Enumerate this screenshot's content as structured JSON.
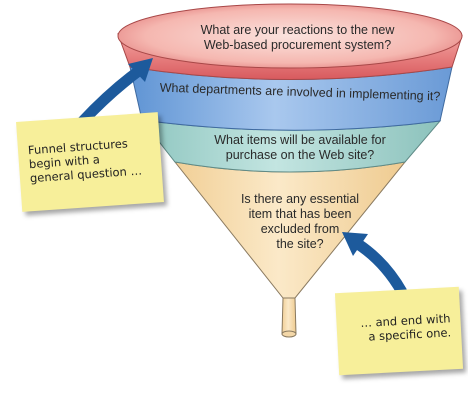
{
  "funnel": {
    "levels": [
      {
        "line1": "What are your reactions to the new",
        "line2": "Web-based procurement system?",
        "color": "#e77f7f"
      },
      {
        "line1": "What departments are involved in implementing it?",
        "color": "#8db4e4"
      },
      {
        "line1": "What items will be available for",
        "line2": "purchase on the Web site?",
        "color": "#a9d4cf"
      },
      {
        "line1": "Is there any essential",
        "line2": "item that has been",
        "line3": "excluded from",
        "line4": "the site?",
        "color": "#f6dcaf"
      }
    ],
    "stem_color": "#f6dcaf"
  },
  "notes": {
    "left": {
      "line1": "Funnel structures",
      "line2": "begin with a",
      "line3": "general question …"
    },
    "right": {
      "line1": "… and end with",
      "line2": "a specific one."
    },
    "color": "#f7ef9a"
  },
  "arrow_color": "#1d5a9c"
}
